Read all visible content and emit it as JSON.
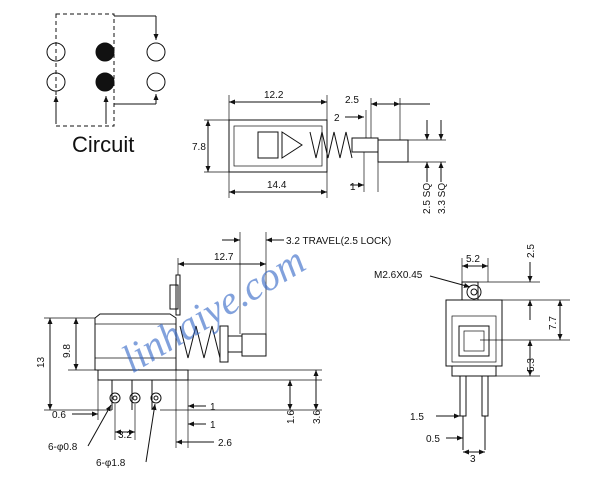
{
  "circuit_label": "Circuit",
  "watermark": "linhaiye.com",
  "top_view": {
    "dim_12_2": "12.2",
    "dim_2_5": "2.5",
    "dim_2": "2",
    "dim_7_8": "7.8",
    "dim_14_4": "14.4",
    "dim_1": "1",
    "dim_2_5_sq": "2.5 SQ",
    "dim_3_3_sq": "3.3 SQ"
  },
  "side_view": {
    "travel": "3.2 TRAVEL(2.5 LOCK)",
    "dim_12_7": "12.7",
    "dim_13": "13",
    "dim_9_8": "9.8",
    "dim_0_6": "0.6",
    "hole_0_8": "6-φ0.8",
    "dim_3_2": "3.2",
    "hole_1_8": "6-φ1.8",
    "dim_1a": "1",
    "dim_1b": "1",
    "dim_2_6": "2.6",
    "dim_1_6": "1.6",
    "dim_3_6": "3.6"
  },
  "front_view": {
    "dim_5_2": "5.2",
    "dim_2_5": "2.5",
    "screw": "M2.6X0.45",
    "dim_7_7": "7.7",
    "dim_5_3": "5.3",
    "dim_1_5": "1.5",
    "dim_0_5": "0.5",
    "dim_3": "3"
  }
}
